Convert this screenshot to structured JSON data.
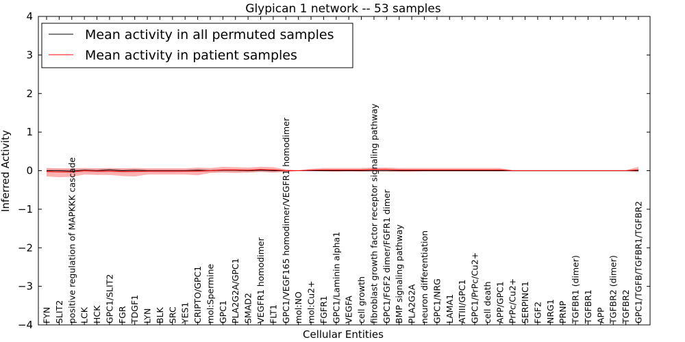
{
  "chart_data": {
    "type": "line",
    "title": "Glypican 1 network -- 53 samples",
    "xlabel": "Cellular Entities",
    "ylabel": "Inferred Activity",
    "ylim": [
      -4,
      4
    ],
    "yticks": [
      -4,
      -3,
      -2,
      -1,
      0,
      1,
      2,
      3,
      4
    ],
    "ytick_labels": [
      "−4",
      "−3",
      "−2",
      "−1",
      "0",
      "1",
      "2",
      "3",
      "4"
    ],
    "grid": false,
    "legend_position": "top-left",
    "categories": [
      "FYN",
      "SLIT2",
      "positive regulation of MAPKKK cascade",
      "LCK",
      "HCK",
      "GPC1/SLIT2",
      "FGR",
      "TDGF1",
      "LYN",
      "BLK",
      "SRC",
      "YES1",
      "CRIPTO/GPC1",
      "mol:Spermine",
      "GPC1",
      "PLA2G2A/GPC1",
      "SMAD2",
      "VEGFR1 homodimer",
      "FLT1",
      "GPC1/VEGF165 homodimer/VEGFR1 homodimer",
      "mol:NO",
      "mol:Cu2+",
      "FGFR1",
      "GPC1/Laminin alpha1",
      "VEGFA",
      "cell growth",
      "fibroblast growth factor receptor signaling pathway",
      "GPC1/FGF2 dimer/FGFR1 dimer",
      "BMP signaling pathway",
      "PLA2G2A",
      "neuron differentiation",
      "GPC1/NRG",
      "LAMA1",
      "ATIII/GPC1",
      "GPC1/PrPc/Cu2+",
      "cell death",
      "APP/GPC1",
      "PrPc/Cu2+",
      "SERPINC1",
      "FGF2",
      "NRG1",
      "PRNP",
      "TGFBR1 (dimer)",
      "TGFBR1",
      "APP",
      "TGFBR2 (dimer)",
      "TGFBR2",
      "GPC1/TGFB/TGFBR1/TGFBR2"
    ],
    "series": [
      {
        "name": "Mean activity in all permuted samples",
        "color": "#000000",
        "values": [
          0.0,
          0.0,
          -0.01,
          0.01,
          0.0,
          0.02,
          0.0,
          0.01,
          0.0,
          0.0,
          0.0,
          0.0,
          0.01,
          0.0,
          0.01,
          0.01,
          0.0,
          0.01,
          0.0,
          0.0,
          0.0,
          0.0,
          0.0,
          0.0,
          0.0,
          0.0,
          0.0,
          0.0,
          0.0,
          0.0,
          0.0,
          0.0,
          0.0,
          0.0,
          0.0,
          0.0,
          0.0,
          0.0,
          0.0,
          0.0,
          0.0,
          0.0,
          0.0,
          0.0,
          0.0,
          0.0,
          0.0,
          0.0
        ],
        "band_lower": [
          -0.06,
          -0.05,
          -0.06,
          -0.04,
          -0.05,
          -0.04,
          -0.06,
          -0.05,
          -0.04,
          -0.05,
          -0.05,
          -0.04,
          -0.03,
          -0.04,
          -0.03,
          -0.03,
          -0.04,
          -0.03,
          -0.04,
          -0.02,
          -0.01,
          -0.02,
          -0.02,
          -0.02,
          -0.02,
          -0.02,
          -0.02,
          -0.02,
          -0.02,
          -0.02,
          -0.02,
          -0.02,
          -0.02,
          -0.02,
          -0.02,
          -0.02,
          -0.02,
          -0.03,
          -0.03,
          -0.03,
          -0.03,
          -0.03,
          -0.03,
          -0.03,
          -0.03,
          -0.03,
          -0.03,
          -0.04
        ],
        "band_upper": [
          0.05,
          0.05,
          0.04,
          0.05,
          0.05,
          0.06,
          0.05,
          0.05,
          0.04,
          0.04,
          0.04,
          0.04,
          0.05,
          0.04,
          0.04,
          0.04,
          0.04,
          0.04,
          0.04,
          0.02,
          0.01,
          0.02,
          0.02,
          0.02,
          0.02,
          0.02,
          0.02,
          0.02,
          0.02,
          0.02,
          0.02,
          0.02,
          0.02,
          0.02,
          0.02,
          0.02,
          0.02,
          0.02,
          0.02,
          0.02,
          0.02,
          0.02,
          0.02,
          0.02,
          0.02,
          0.02,
          0.02,
          0.03
        ]
      },
      {
        "name": "Mean activity in patient samples",
        "color": "#ff0000",
        "values": [
          -0.02,
          -0.03,
          -0.03,
          0.0,
          -0.01,
          -0.01,
          -0.02,
          -0.02,
          -0.01,
          -0.01,
          -0.01,
          -0.01,
          -0.01,
          0.0,
          0.02,
          0.02,
          0.01,
          0.03,
          0.02,
          0.0,
          0.0,
          0.01,
          0.02,
          0.02,
          0.02,
          0.02,
          0.03,
          0.03,
          0.02,
          0.02,
          0.02,
          0.02,
          0.02,
          0.02,
          0.02,
          0.02,
          0.02,
          0.0,
          0.0,
          0.0,
          0.0,
          0.0,
          0.0,
          0.0,
          0.0,
          0.0,
          0.0,
          0.02
        ],
        "band_lower": [
          -0.15,
          -0.17,
          -0.16,
          -0.1,
          -0.11,
          -0.11,
          -0.14,
          -0.15,
          -0.1,
          -0.1,
          -0.1,
          -0.1,
          -0.12,
          -0.06,
          -0.05,
          -0.06,
          -0.05,
          -0.03,
          -0.05,
          -0.03,
          -0.01,
          -0.01,
          -0.02,
          -0.03,
          -0.02,
          -0.03,
          -0.02,
          -0.02,
          -0.03,
          -0.03,
          -0.02,
          -0.02,
          -0.02,
          -0.02,
          -0.02,
          -0.02,
          -0.02,
          -0.01,
          -0.01,
          -0.01,
          -0.01,
          -0.01,
          -0.01,
          -0.01,
          -0.01,
          -0.01,
          -0.01,
          -0.03
        ],
        "band_upper": [
          0.07,
          0.06,
          0.06,
          0.07,
          0.06,
          0.07,
          0.06,
          0.07,
          0.06,
          0.06,
          0.06,
          0.06,
          0.08,
          0.07,
          0.1,
          0.09,
          0.08,
          0.1,
          0.09,
          0.03,
          0.01,
          0.05,
          0.07,
          0.07,
          0.07,
          0.07,
          0.08,
          0.08,
          0.07,
          0.07,
          0.07,
          0.07,
          0.07,
          0.07,
          0.07,
          0.07,
          0.07,
          0.01,
          0.01,
          0.01,
          0.01,
          0.01,
          0.01,
          0.01,
          0.01,
          0.01,
          0.01,
          0.1
        ]
      }
    ]
  }
}
